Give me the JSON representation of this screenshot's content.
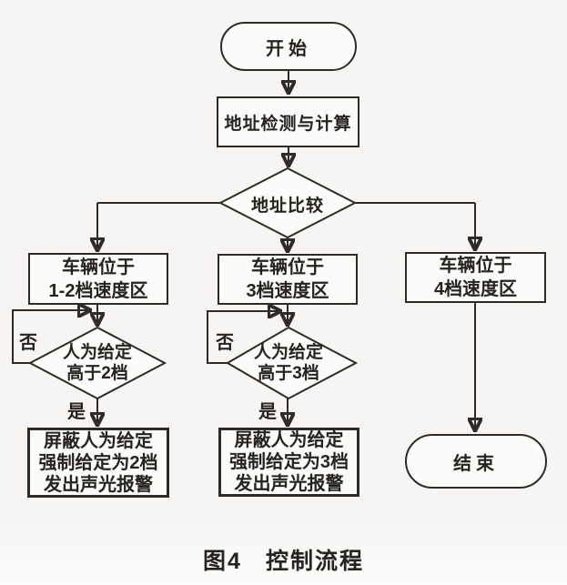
{
  "colors": {
    "background": "#f6f5f3",
    "node_fill": "#fbfbfa",
    "line": "#2e2b29",
    "text": "#262321"
  },
  "nodes": {
    "start": {
      "label": "开始"
    },
    "detect": {
      "label": "地址检测与计算"
    },
    "compare": {
      "label": "地址比较"
    },
    "zone12": {
      "lines": [
        "车辆位于",
        "1-2档速度区"
      ]
    },
    "zone3": {
      "lines": [
        "车辆位于",
        "3档速度区"
      ]
    },
    "zone4": {
      "lines": [
        "车辆位于",
        "4档速度区"
      ]
    },
    "check2": {
      "lines": [
        "人为给定",
        "高于2档"
      ]
    },
    "check3": {
      "lines": [
        "人为给定",
        "高于3档"
      ]
    },
    "action2": {
      "lines": [
        "屏蔽人为给定",
        "强制给定为2档",
        "发出声光报警"
      ]
    },
    "action3": {
      "lines": [
        "屏蔽人为给定",
        "强制给定为3档",
        "发出声光报警"
      ]
    },
    "end": {
      "label": "结束"
    }
  },
  "edge_labels": {
    "left_no": "否",
    "left_yes": "是",
    "mid_no": "否",
    "mid_yes": "是"
  },
  "caption": {
    "number": "图4",
    "title": "控制流程"
  }
}
